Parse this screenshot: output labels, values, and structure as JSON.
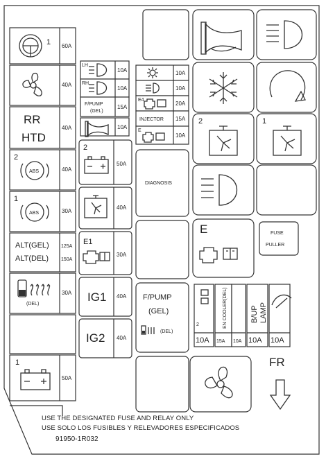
{
  "left_column": {
    "fuses": [
      {
        "label": "",
        "number": "1",
        "amp": "60A",
        "icon": "steering-wheel-icon"
      },
      {
        "label": "",
        "number": "",
        "amp": "40A",
        "icon": "fan-icon"
      },
      {
        "label_line1": "RR",
        "label_line2": "HTD",
        "amp": "40A"
      },
      {
        "label": "",
        "number": "2",
        "amp": "40A",
        "icon": "abs-icon",
        "icon_text": "ABS"
      },
      {
        "label": "",
        "number": "1",
        "amp": "30A",
        "icon": "abs-icon",
        "icon_text": "ABS"
      },
      {
        "label_line1": "ALT(GEL)",
        "label_line2": "ALT(DEL)",
        "amp_line1": "125A",
        "amp_line2": "150A"
      },
      {
        "label": "(DEL)",
        "amp": "30A",
        "icon": "glow-plug-icon"
      },
      {
        "label": "",
        "amp": ""
      },
      {
        "label": "",
        "number": "1",
        "amp": "50A",
        "icon": "battery-icon"
      }
    ]
  },
  "second_column": {
    "fuses": [
      {
        "label": "LH",
        "amp": "10A",
        "icon": "headlamp-icon"
      },
      {
        "label": "RH",
        "amp": "10A",
        "icon": "headlamp-icon"
      },
      {
        "label_line1": "F/PUMP",
        "label_line2": "(GEL)",
        "amp": "15A"
      },
      {
        "label": "",
        "amp": "10A",
        "icon": "horn-icon"
      }
    ],
    "big_fuses": [
      {
        "number": "2",
        "amp": "50A",
        "icon": "battery-icon"
      },
      {
        "number": "",
        "amp": "40A",
        "icon": "cooling-fan-icon"
      },
      {
        "label": "E1",
        "amp": "30A",
        "icon": "engine-icon"
      },
      {
        "label": "IG1",
        "amp": "40A"
      },
      {
        "label": "IG2",
        "amp": "40A"
      }
    ]
  },
  "third_column": {
    "fuses": [
      {
        "label": "",
        "amp": "10A",
        "icon": "sun-icon"
      },
      {
        "label": "",
        "amp": "10A",
        "icon": "fog-lamp-icon"
      },
      {
        "label": "E4",
        "amp": "20A",
        "icon": "engine-icon"
      },
      {
        "label": "INJECTOR",
        "amp": "15A"
      },
      {
        "label": "E",
        "amp": "10A",
        "icon": "engine-icon"
      }
    ],
    "relays": [
      {
        "label": "DIAGNOSIS"
      },
      {
        "label": ""
      },
      {
        "label_line1": "F/PUMP",
        "label_line2": "(GEL)",
        "sub_label": "(DEL)"
      },
      {
        "label": ""
      }
    ]
  },
  "right_area": {
    "relays": [
      {
        "icon": "horn-icon"
      },
      {
        "icon": "headlamp-icon"
      },
      {
        "icon": "snowflake-icon"
      },
      {
        "icon": "rotate-icon"
      },
      {
        "number": "2",
        "icon": "cooling-fan-icon"
      },
      {
        "number": "1",
        "icon": "cooling-fan-icon"
      },
      {
        "icon": "headlamp-icon"
      },
      {
        "icon": ""
      },
      {
        "label": "E",
        "icon": "engine-icon"
      }
    ],
    "fuse_puller": {
      "line1": "FUSE",
      "line2": "PULLER"
    },
    "small_fuses": [
      {
        "number": "2",
        "amp": "10A",
        "icon": "engine-icon"
      },
      {
        "label": "EN COOLER(DEL)",
        "amp": "15A"
      },
      {
        "label": "10A",
        "amp": "10A"
      },
      {
        "label_line1": "B/UP",
        "label_line2": "LAMP",
        "amp": "10A"
      },
      {
        "amp": "10A",
        "icon": "wiper-icon"
      }
    ],
    "bottom_fan": {
      "icon": "fan-icon"
    },
    "fr_label": "FR"
  },
  "footer": {
    "line1": "USE THE DESIGNATED FUSE AND RELAY ONLY",
    "line2": "USE SOLO LOS FUSIBLES Y RELEVADORES ESPECIFICADOS",
    "part_number": "91950-1R032"
  }
}
